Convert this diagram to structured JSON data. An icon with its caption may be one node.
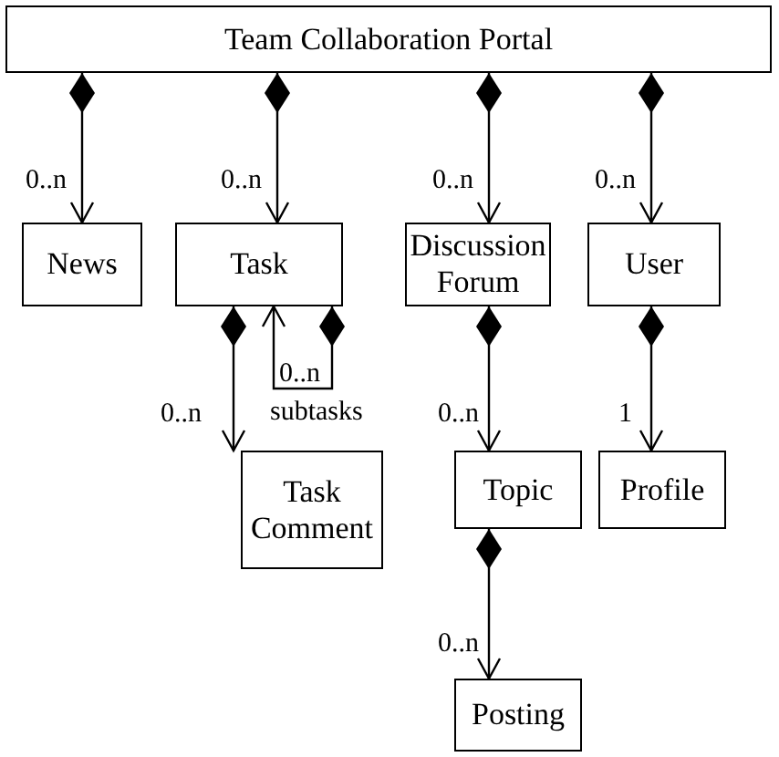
{
  "diagram": {
    "nodes": [
      {
        "text": [
          "Team Collaboration Portal"
        ]
      },
      {
        "text": [
          "News"
        ]
      },
      {
        "text": [
          "Task"
        ]
      },
      {
        "text": [
          "Discussion Forum"
        ]
      },
      {
        "text": [
          "User"
        ]
      },
      {
        "text": [
          "Task Comment"
        ]
      },
      {
        "text": [
          "Topic"
        ]
      },
      {
        "text": [
          "Profile"
        ]
      },
      {
        "text": [
          "Posting"
        ]
      }
    ],
    "edges": [
      {
        "from": 0,
        "to": 1,
        "arrow": "to",
        "label": "0..n"
      },
      {
        "from": 0,
        "to": 2,
        "arrow": "to",
        "label": "0..n"
      },
      {
        "from": 0,
        "to": 3,
        "arrow": "to",
        "label": "0..n"
      },
      {
        "from": 0,
        "to": 4,
        "arrow": "to",
        "label": "0..n"
      },
      {
        "from": 2,
        "to": 5,
        "arrow": "to",
        "label": "0..n"
      },
      {
        "from": 2,
        "to": 2,
        "arrow": "to",
        "label": "subtasks"
      },
      {
        "from": 3,
        "to": 6,
        "arrow": "to",
        "label": "0..n"
      },
      {
        "from": 4,
        "to": 7,
        "arrow": "to",
        "label": "1"
      },
      {
        "from": 6,
        "to": 8,
        "arrow": "to",
        "label": "0..n"
      }
    ],
    "labels": [
      "0..n"
    ]
  }
}
